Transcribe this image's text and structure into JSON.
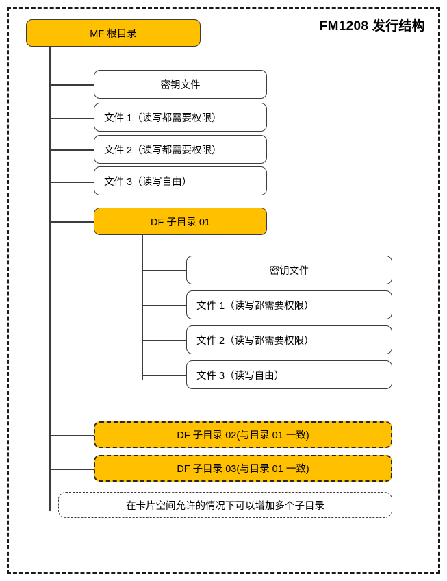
{
  "diagram": {
    "title": "FM1208 发行结构",
    "root": {
      "label": "MF 根目录"
    },
    "root_children": [
      {
        "label": "密钥文件",
        "align": "center",
        "style": "plain"
      },
      {
        "label": "文件 1（读写都需要权限）",
        "align": "left",
        "style": "plain"
      },
      {
        "label": "文件 2（读写都需要权限）",
        "align": "left",
        "style": "plain"
      },
      {
        "label": "文件 3（读写自由）",
        "align": "left",
        "style": "plain"
      },
      {
        "label": "DF 子目录 01",
        "align": "center",
        "style": "orange"
      }
    ],
    "df01_children": [
      {
        "label": "密钥文件",
        "align": "center",
        "style": "plain"
      },
      {
        "label": "文件 1（读写都需要权限）",
        "align": "left",
        "style": "plain"
      },
      {
        "label": "文件 2（读写都需要权限）",
        "align": "left",
        "style": "plain"
      },
      {
        "label": "文件 3（读写自由）",
        "align": "left",
        "style": "plain"
      }
    ],
    "sibling_dirs": [
      {
        "label": "DF 子目录 02(与目录 01 一致)",
        "align": "center",
        "style": "orange-dashed"
      },
      {
        "label": "DF 子目录 03(与目录 01 一致)",
        "align": "center",
        "style": "orange-dashed"
      }
    ],
    "note": {
      "label": "在卡片空间允许的情况下可以增加多个子目录"
    },
    "colors": {
      "accent_orange": "#ffc000",
      "border_dark": "#3c3c3c",
      "frame": "#1a1a1a",
      "background": "#ffffff",
      "text": "#000000"
    }
  }
}
